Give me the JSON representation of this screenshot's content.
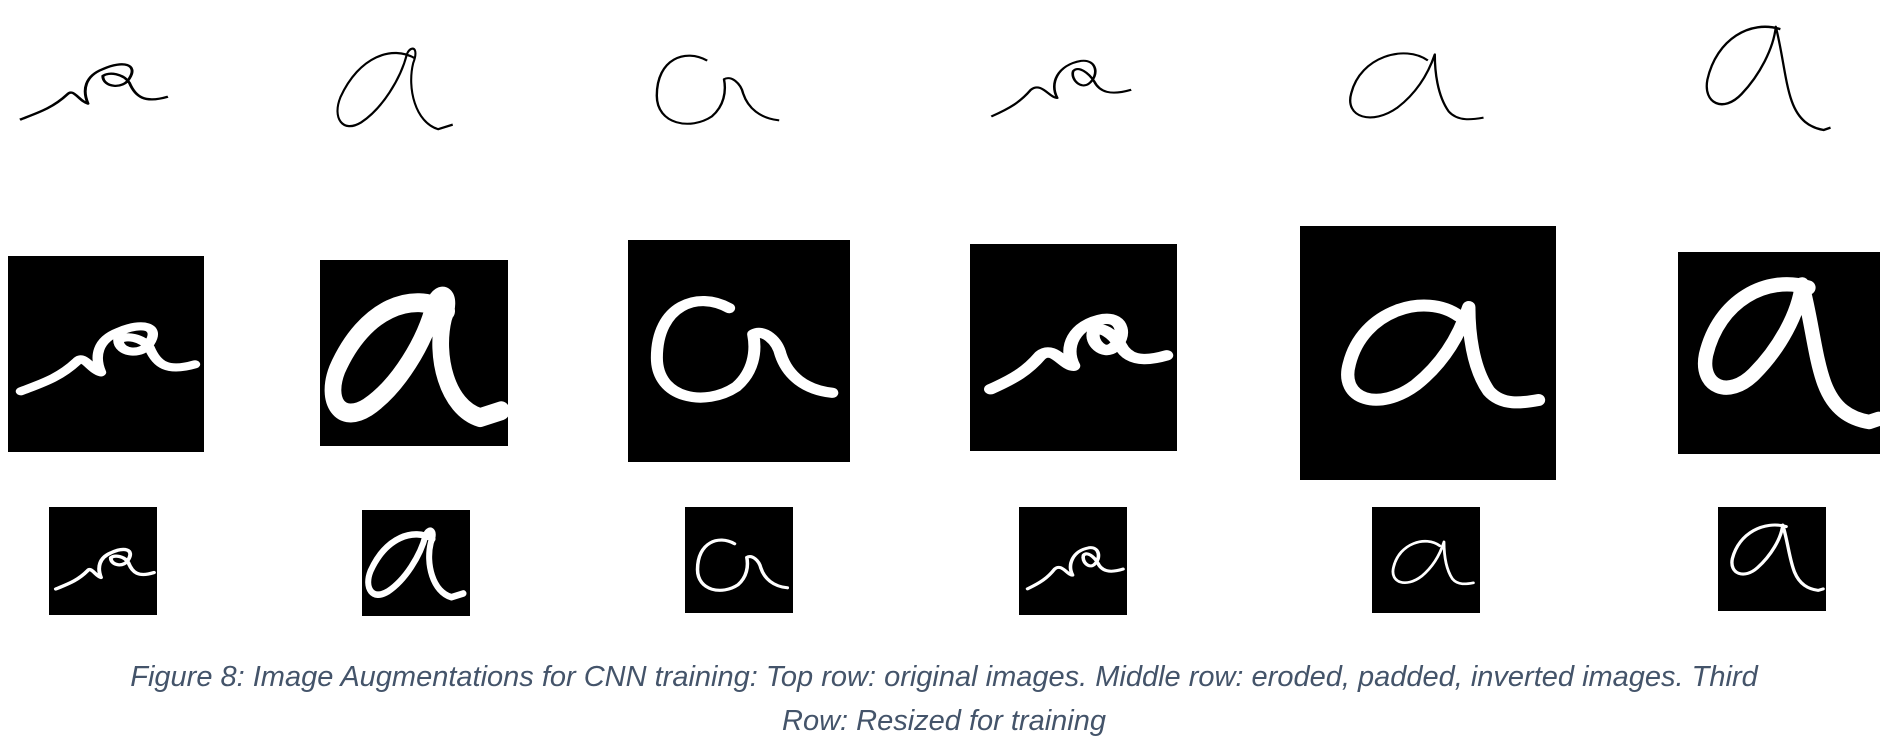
{
  "figure": {
    "rows": [
      "original",
      "eroded_padded_inverted",
      "resized"
    ],
    "columns": 6
  },
  "caption": {
    "line1": "Figure 8: Image Augmentations for CNN training: Top row: original images. Middle row: eroded, padded, inverted images. Third",
    "line2": "Row: Resized for training"
  }
}
